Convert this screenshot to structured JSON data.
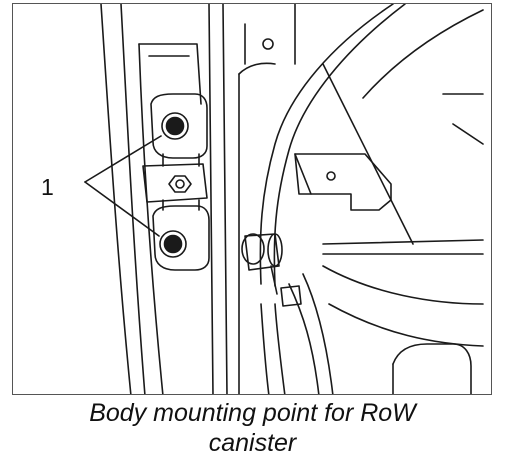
{
  "figure": {
    "callout_label": "1",
    "caption_line1": "Body mounting point for RoW",
    "caption_line2": "canister"
  },
  "colors": {
    "line": "#1a1a1a",
    "frame": "#555555",
    "background": "#ffffff"
  }
}
